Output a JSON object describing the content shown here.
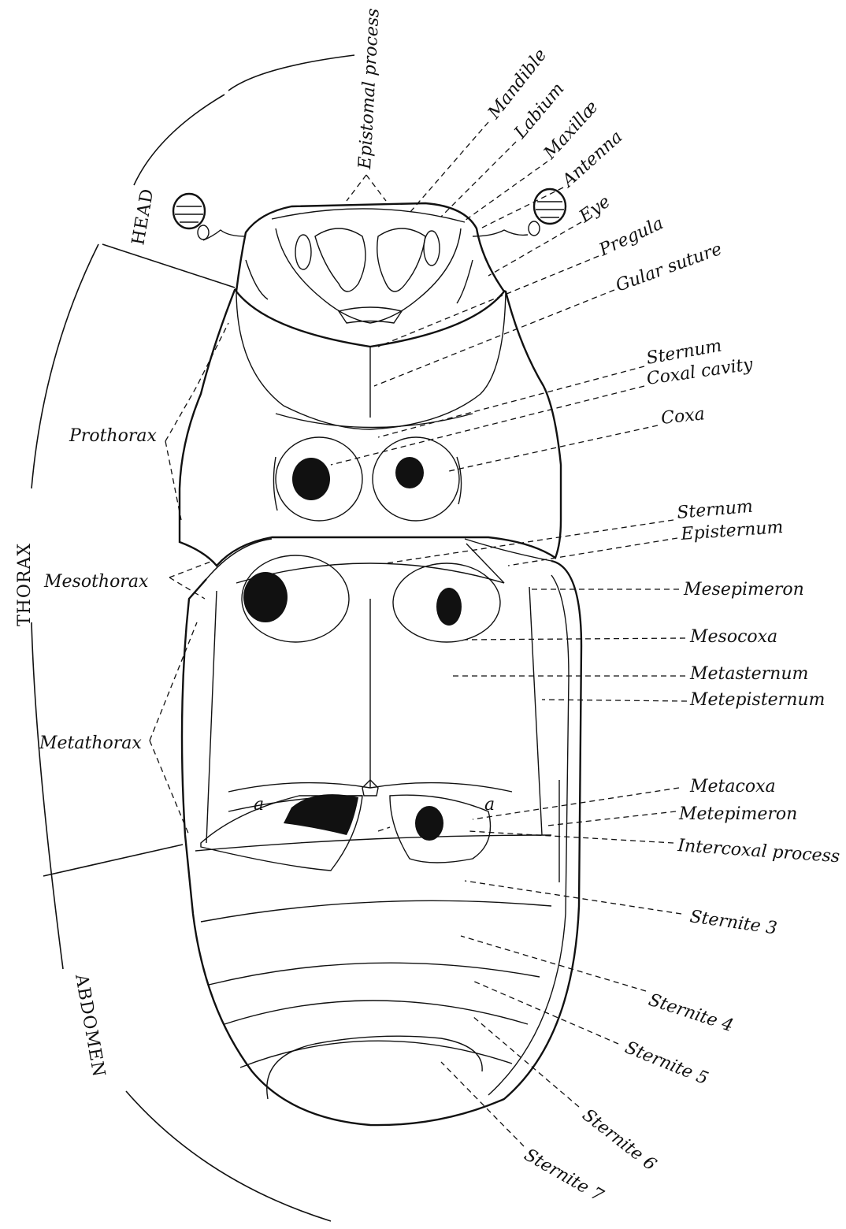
{
  "figure": {
    "regions": {
      "head": "HEAD",
      "thorax": "THORAX",
      "abdomen": "ABDOMEN"
    },
    "left_labels": {
      "prothorax": "Prothorax",
      "mesothorax": "Mesothorax",
      "metathorax": "Metathorax"
    },
    "right_labels": {
      "epistomal_process": "Epistomal process",
      "mandible": "Mandible",
      "labium": "Labium",
      "maxillae": "Maxillæ",
      "antenna": "Antenna",
      "eye": "Eye",
      "pregula": "Pregula",
      "gular_suture": "Gular suture",
      "sternum_1": "Sternum",
      "coxal_cavity": "Coxal cavity",
      "coxa": "Coxa",
      "sternum_2": "Sternum",
      "episternum": "Episternum",
      "mesepimeron": "Mesepimeron",
      "mesocoxa": "Mesocoxa",
      "metasternum": "Metasternum",
      "metepisternum": "Metepisternum",
      "metacoxa": "Metacoxa",
      "metepimeron": "Metepimeron",
      "intercoxal_process": "Intercoxal process",
      "sternite_3": "Sternite 3",
      "sternite_4": "Sternite 4",
      "sternite_5": "Sternite 5",
      "sternite_6": "Sternite 6",
      "sternite_7": "Sternite 7"
    },
    "inline_marks": {
      "a_left": "a",
      "a_right": "a"
    }
  }
}
